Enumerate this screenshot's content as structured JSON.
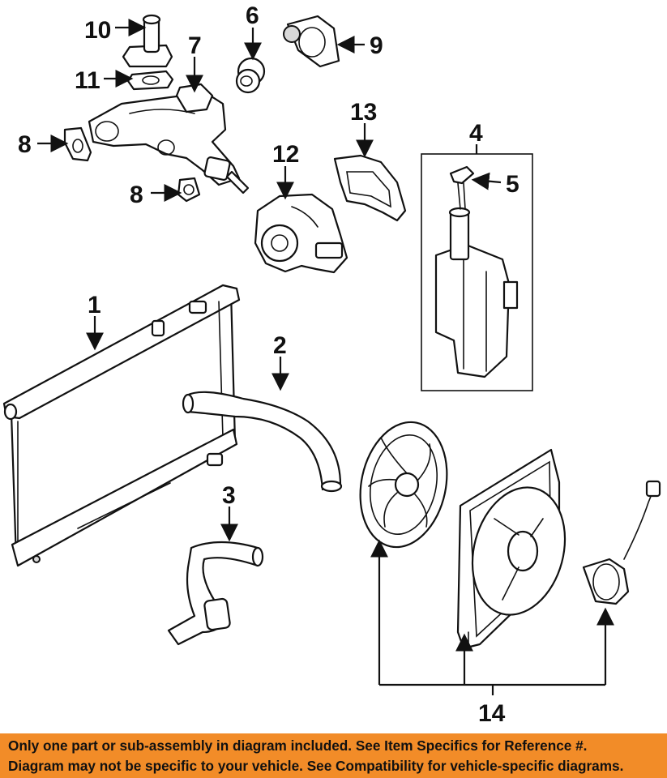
{
  "callouts": {
    "c1": "1",
    "c2": "2",
    "c3": "3",
    "c4": "4",
    "c5": "5",
    "c6": "6",
    "c7": "7",
    "c8a": "8",
    "c8b": "8",
    "c9": "9",
    "c10": "10",
    "c11": "11",
    "c12": "12",
    "c13": "13",
    "c14": "14"
  },
  "footer": {
    "line1": "Only one part or sub-assembly in diagram included. See Item Specifics for Reference #.",
    "line2": "Diagram may not be specific to your vehicle. See Compatibility for vehicle-specific diagrams."
  },
  "colors": {
    "footer_bg": "#f28c28",
    "ink": "#111111"
  }
}
